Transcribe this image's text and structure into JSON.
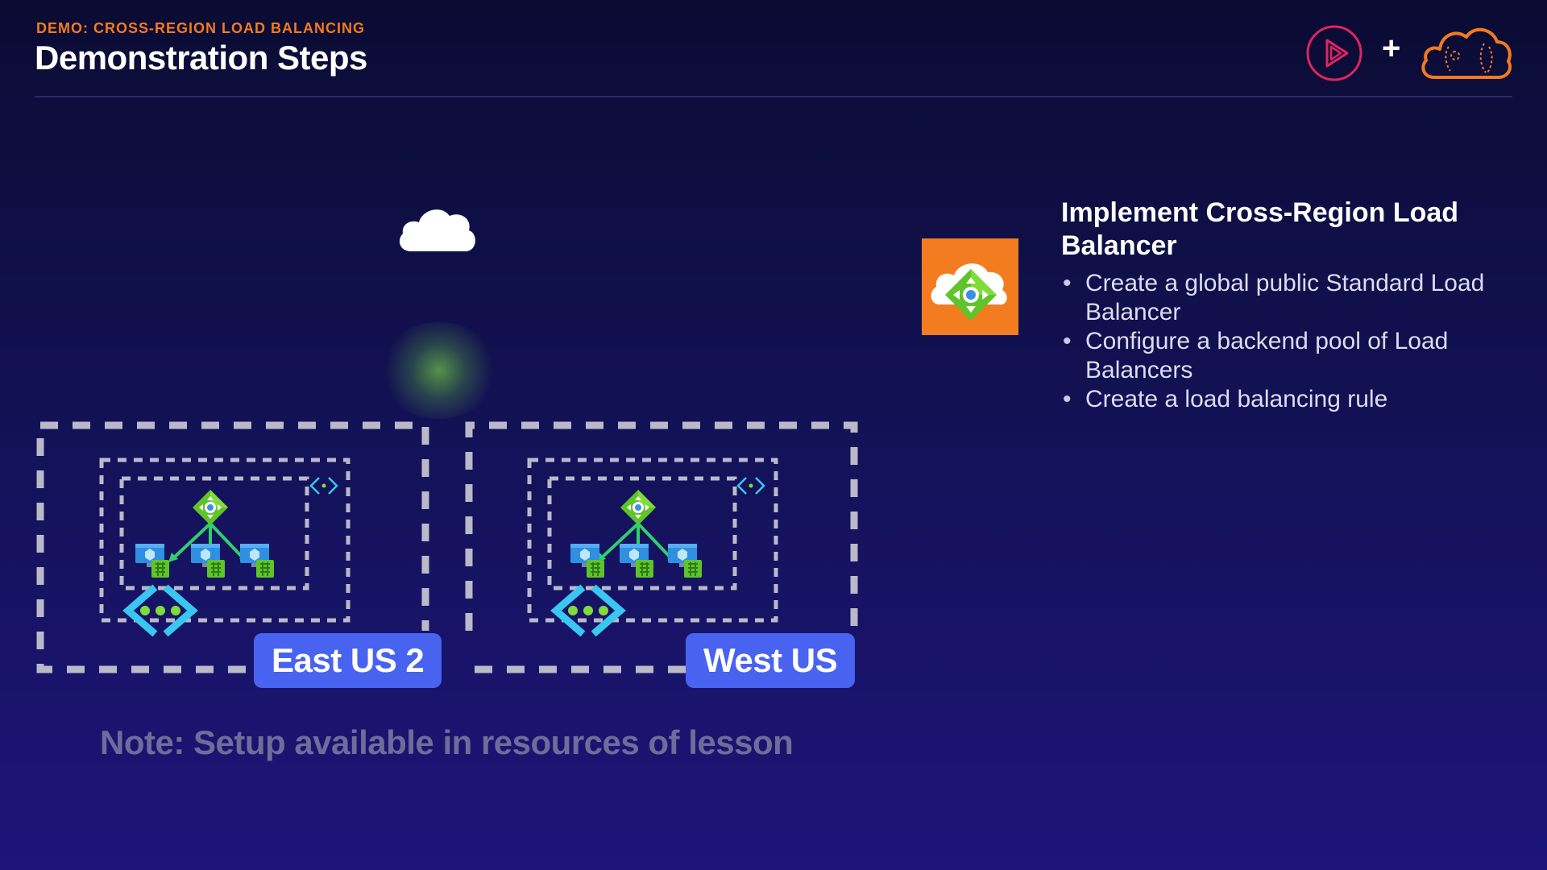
{
  "header": {
    "eyebrow": "DEMO: CROSS-REGION LOAD BALANCING",
    "title": "Demonstration Steps",
    "plus": "+"
  },
  "diagram": {
    "regions": [
      {
        "label": "East US 2"
      },
      {
        "label": "West US"
      }
    ],
    "icons": [
      "cloud-icon",
      "load-balancer-icon",
      "virtual-machine-icon",
      "virtual-network-icon"
    ]
  },
  "note": "Note: Setup available in resources of lesson",
  "panel": {
    "title": "Implement Cross-Region Load Balancer",
    "steps": [
      "Create a global public Standard Load Balancer",
      "Configure a backend pool of Load Balancers",
      "Create a load balancing rule"
    ],
    "bullet": "•"
  },
  "colors": {
    "accent_orange": "#f47a1f",
    "region_label_bg": "#4763f0",
    "logo_red": "#e0245e",
    "lb_green": "#5ec42a",
    "vm_blue": "#2f8fe0",
    "vnet_cyan": "#39c6f0"
  }
}
